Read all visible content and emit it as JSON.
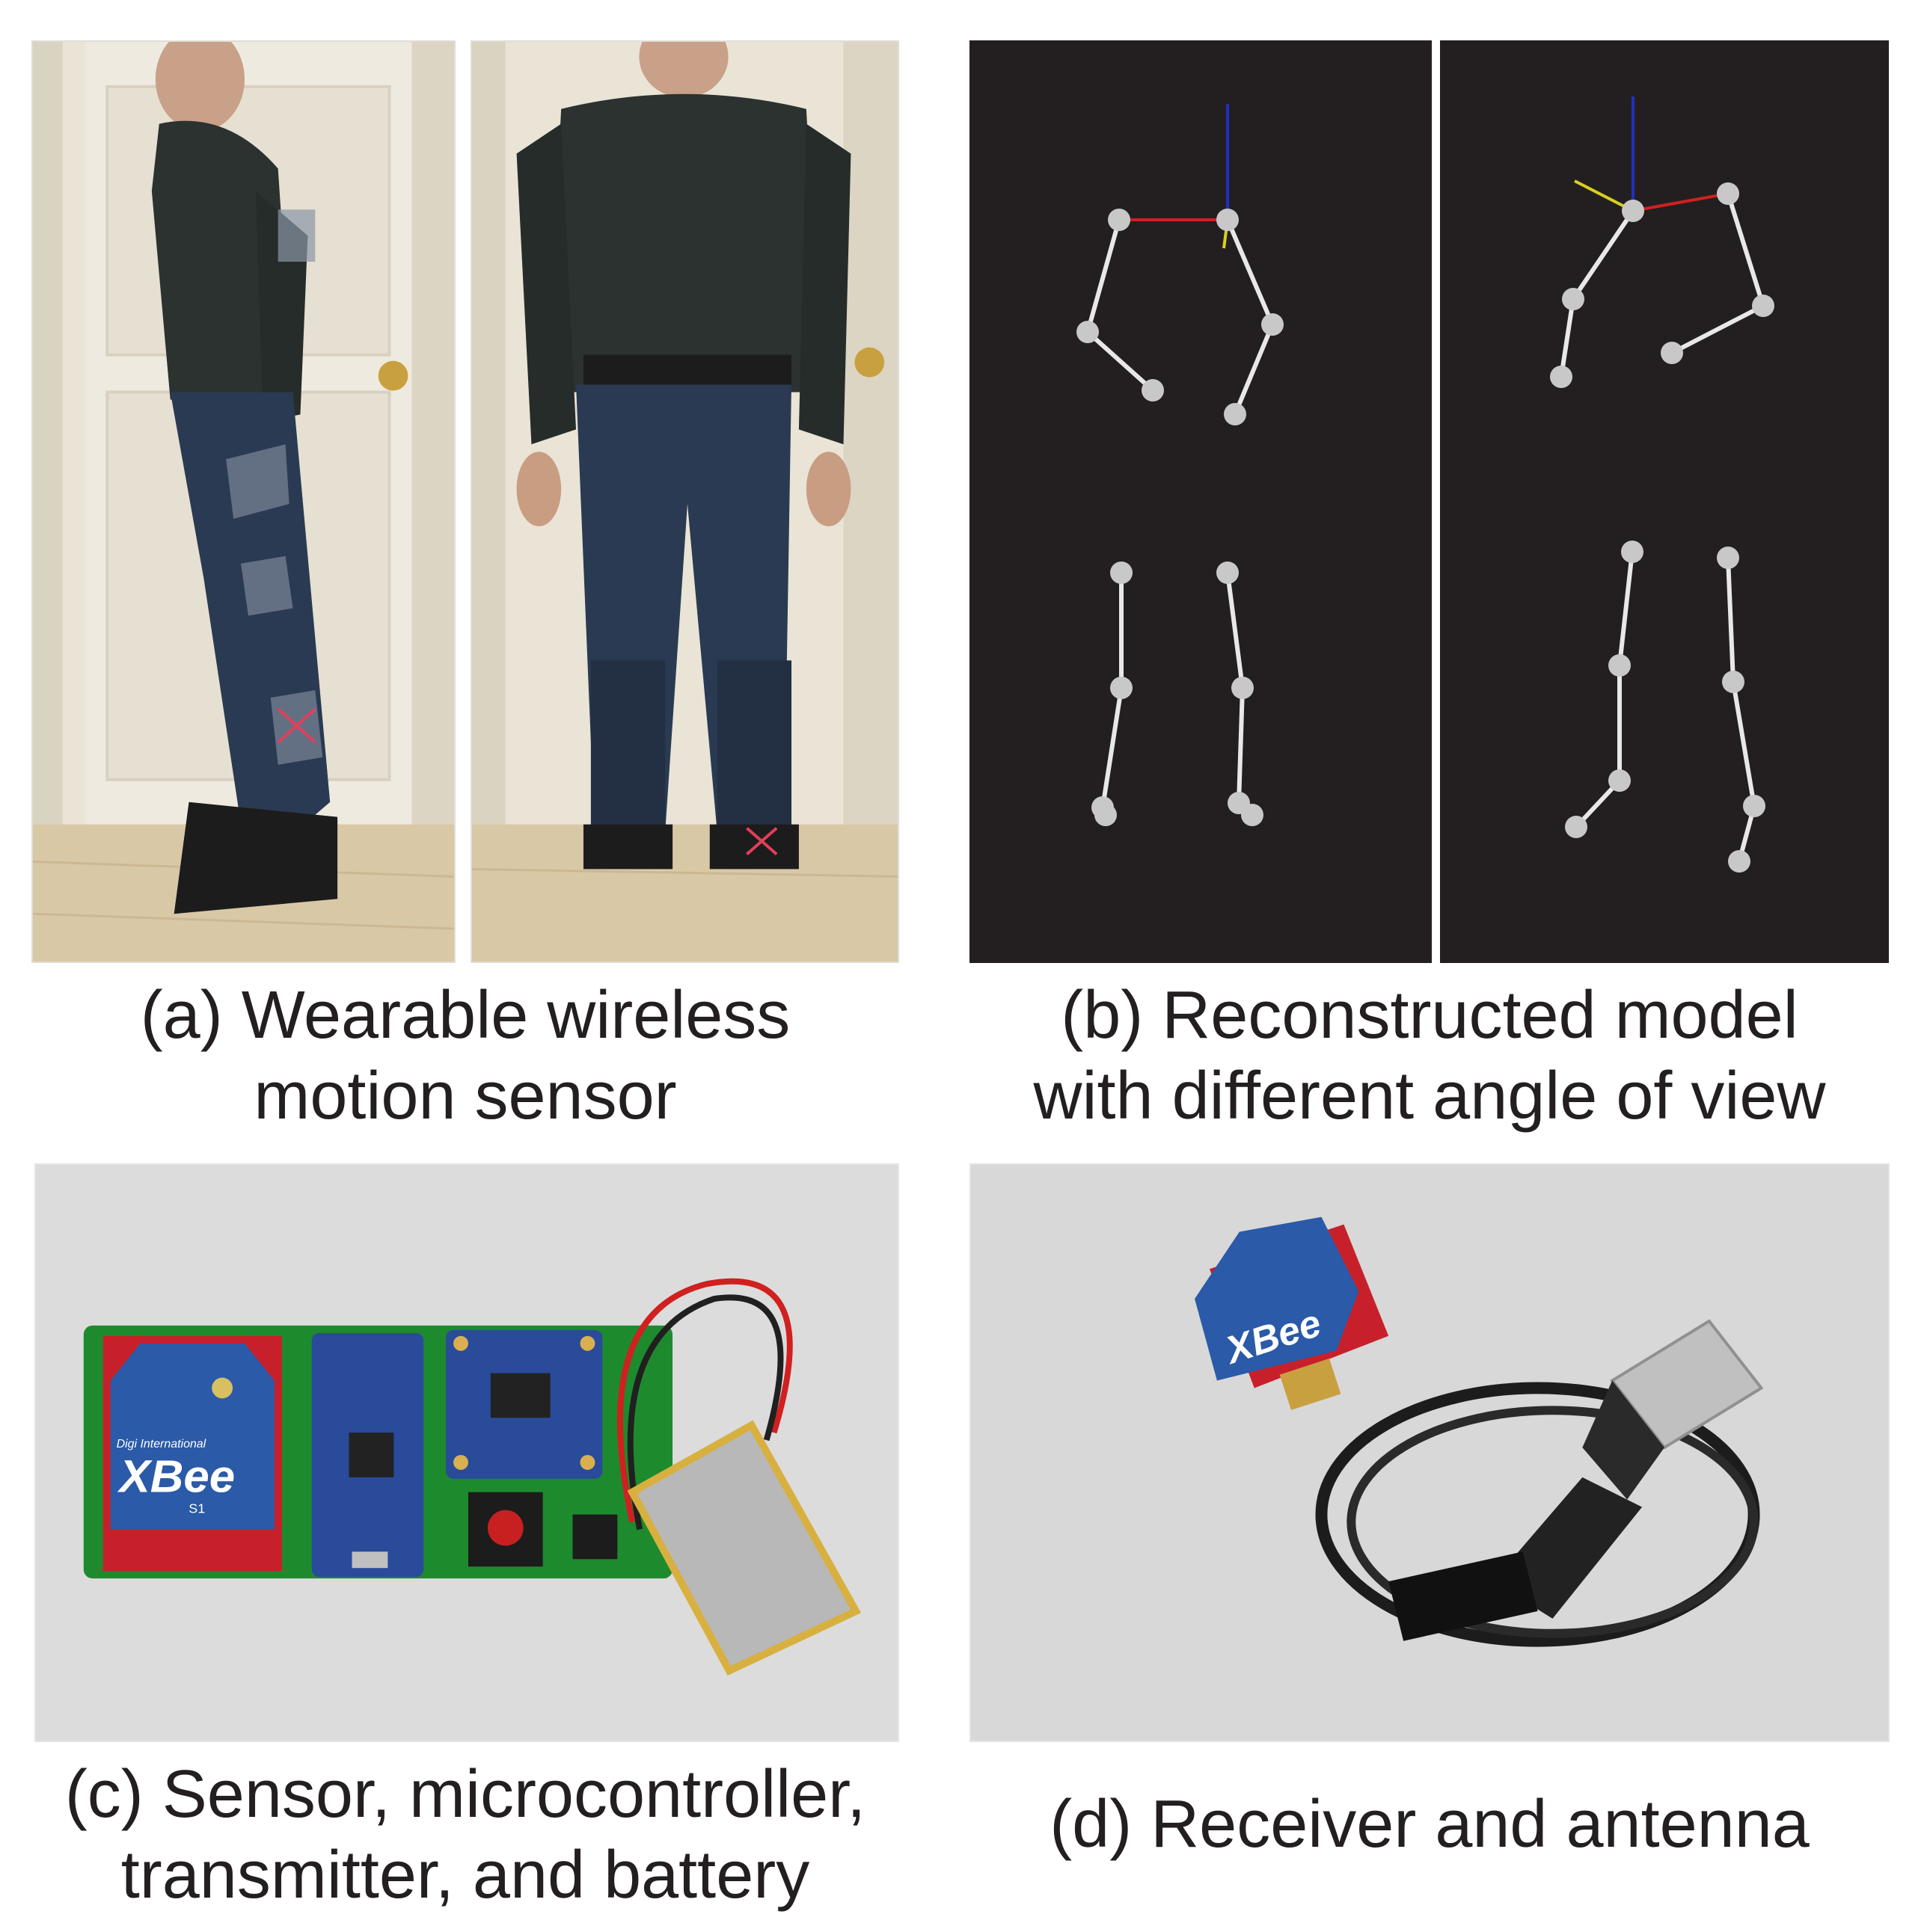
{
  "figure": {
    "panels": [
      {
        "id": "a",
        "caption_line1": "(a) Wearable wireless",
        "caption_line2": "motion sensor"
      },
      {
        "id": "b",
        "caption_line1": "(b) Reconstructed model",
        "caption_line2": "with different angle of view"
      },
      {
        "id": "c",
        "caption_line1": "(c) Sensor, microcontroller,",
        "caption_line2": "transmitter, and battery"
      },
      {
        "id": "d",
        "caption_line1": "(d) Receiver and antenna"
      }
    ],
    "board_labels": {
      "xbee_brand": "XBee",
      "xbee_series": "S1",
      "digi": "Digi International"
    },
    "colors": {
      "skeleton_bg": "#231f20",
      "joint": "#c8c8c8",
      "bone": "#e8e8e8",
      "axis_x": "#d02020",
      "axis_y": "#d8d020",
      "axis_z": "#2030c0",
      "pcb_green": "#1e8a2e",
      "xbee_blue": "#2a5aa8",
      "sparkfun_red": "#c8202a"
    }
  }
}
